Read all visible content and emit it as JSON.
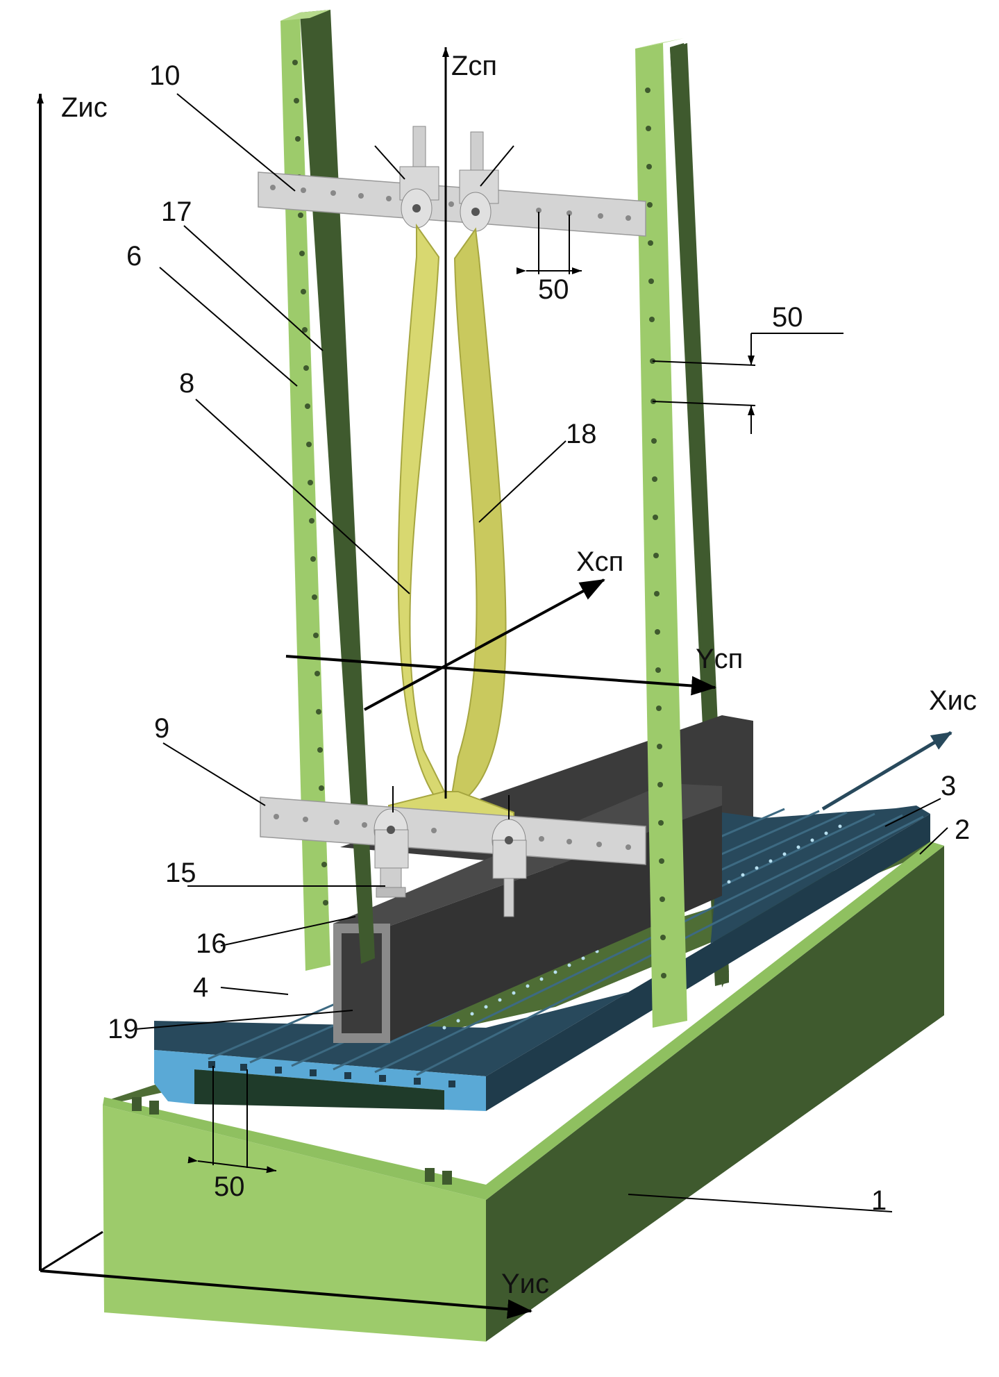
{
  "axes": {
    "z_is": "Zис",
    "y_is": "Yис",
    "x_is": "Xис",
    "z_sp": "Zсп",
    "x_sp": "Xсп",
    "y_sp": "Yсп"
  },
  "part_labels": {
    "p1": "1",
    "p2": "2",
    "p3": "3",
    "p4": "4",
    "p6": "6",
    "p8": "8",
    "p9": "9",
    "p10": "10",
    "p15": "15",
    "p16": "16",
    "p17": "17",
    "p18": "18",
    "p19": "19"
  },
  "dimensions": {
    "top_bar_spacing": "50",
    "column_hole_spacing": "50",
    "table_slot_spacing": "50"
  },
  "colors": {
    "base_front": "#9dcb6b",
    "base_side": "#3f5a2e",
    "table_blue": "#5aa9d6",
    "table_dark": "#23465a",
    "beam": "#3b3b3b",
    "beam_inner": "#8a8a8a",
    "spring_yellow": "#d8d870",
    "bar_grey": "#d4d4d4"
  }
}
